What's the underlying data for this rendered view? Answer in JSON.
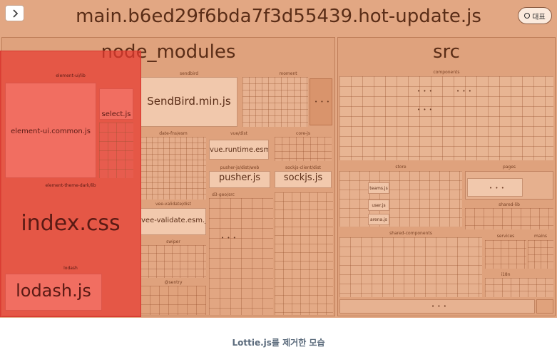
{
  "header": {
    "title": "main.b6ed29f6bda7f3d55439.hot-update.js",
    "toggle_label": "대표"
  },
  "groups": {
    "node_modules": "node_modules",
    "src": "src"
  },
  "modules": {
    "element_ui_lib": "element-ui/lib",
    "element_ui_common": "element-ui.common.js",
    "select_js": "select.js",
    "element_theme_dark_lib": "element-theme-dark/lib",
    "index_css": "index.css",
    "lodash": "lodash",
    "lodash_js": "lodash.js",
    "sendbird": "sendbird",
    "sendbird_min": "SendBird.min.js",
    "moment": "moment",
    "date_fns_esm": "date-fns/esm",
    "vue_dist": "vue/dist",
    "vue_runtime": "vue.runtime.esm.js",
    "core_js": "core-js",
    "pusher_js_dist_web": "pusher-js/dist/web",
    "pusher_js": "pusher.js",
    "sockjs_client_dist": "sockjs-client/dist",
    "sockjs_js": "sockjs.js",
    "d3_geo_src": "d3-geo/src",
    "vee_validate_dist": "vee-validate/dist",
    "vee_validate_esm": "vee-validate.esm.js",
    "swiper": "swiper",
    "sentry": "@sentry"
  },
  "src_modules": {
    "components": "components",
    "store": "store",
    "teams_js": "teams.js",
    "user_js": "user.js",
    "arena_js": "arena.js",
    "pages": "pages",
    "shared_lib": "shared-lib",
    "shared_components": "shared-components",
    "services": "services",
    "mains": "mains",
    "i18n": "i18n"
  },
  "ellipsis": "• • •",
  "caption": "Lottie.js를 제거한 모습"
}
